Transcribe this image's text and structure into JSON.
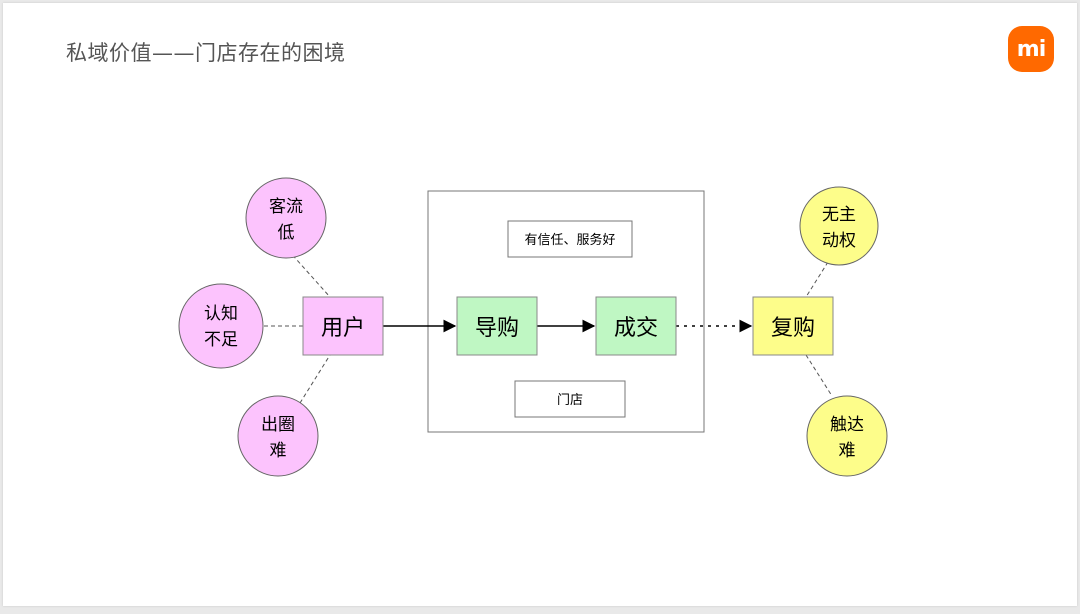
{
  "header": {
    "title": "私域价值——门店存在的困境",
    "logo_text": "mi",
    "logo_color": "#ff6900"
  },
  "diagram": {
    "user": "用户",
    "guide": "导购",
    "deal": "成交",
    "repurchase": "复购",
    "store_note": "有信任、服务好",
    "store_label": "门店",
    "left_circles": [
      {
        "line1": "客流",
        "line2": "低"
      },
      {
        "line1": "认知",
        "line2": "不足"
      },
      {
        "line1": "出圈",
        "line2": "难"
      }
    ],
    "right_circles": [
      {
        "line1": "无主",
        "line2": "动权"
      },
      {
        "line1": "触达",
        "line2": "难"
      }
    ],
    "colors": {
      "pink": "#fcc3fd",
      "green": "#bff7c3",
      "yellow": "#fdfd8a"
    }
  }
}
